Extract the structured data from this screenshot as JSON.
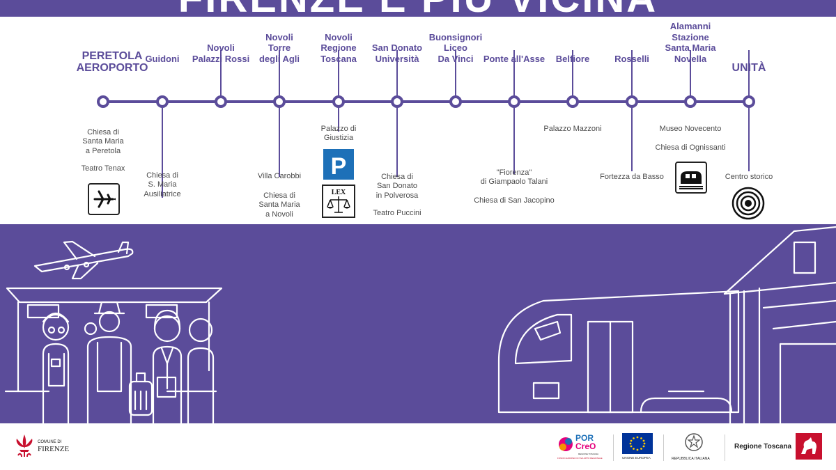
{
  "header": {
    "title": "FIRENZE È PIÙ VICINA"
  },
  "stations": [
    {
      "id": "peretola",
      "name": "PERETOLA\nAEROPORTO",
      "pois": [
        "Chiesa di\nSanta Maria\na Peretola",
        "Teatro Tenax"
      ],
      "icon": "airplane-icon"
    },
    {
      "id": "guidoni",
      "name": "Guidoni",
      "pois": [
        "Chiesa di\nS. Maria\nAusiliatrice"
      ]
    },
    {
      "id": "novoli-palazzi-rossi",
      "name": "Novoli\nPalazzi Rossi",
      "pois": []
    },
    {
      "id": "novoli-torre",
      "name": "Novoli\nTorre\ndegli Agli",
      "pois": [
        "Villa Carobbi",
        "Chiesa di\nSanta Maria\na Novoli"
      ]
    },
    {
      "id": "novoli-regione",
      "name": "Novoli\nRegione\nToscana",
      "pois": [
        "Palazzo di\nGiustizia"
      ],
      "icons": [
        "parking-icon",
        "lex-justice-icon"
      ],
      "parking_letter": "P",
      "lex_text": "LEX"
    },
    {
      "id": "san-donato",
      "name": "San Donato\nUniversità",
      "pois": [
        "Chiesa di\nSan Donato\nin Polverosa",
        "Teatro Puccini"
      ]
    },
    {
      "id": "buonsignori",
      "name": "Buonsignori\nLiceo\nDa Vinci",
      "pois": []
    },
    {
      "id": "ponte-asse",
      "name": "Ponte all'Asse",
      "pois": [
        "\"Fiorenza\"\ndi Giampaolo Talani",
        "Chiesa di San Jacopino"
      ]
    },
    {
      "id": "belfiore",
      "name": "Belfiore",
      "pois": [
        "Palazzo Mazzoni"
      ]
    },
    {
      "id": "rosselli",
      "name": "Rosselli",
      "pois": [
        "Fortezza da Basso"
      ]
    },
    {
      "id": "alamanni",
      "name": "Alamanni\nStazione\nSanta Maria\nNovella",
      "pois": [
        "Museo Novecento",
        "Chiesa di Ognissanti"
      ],
      "icon": "train-station-icon"
    },
    {
      "id": "unita",
      "name": "UNITÀ",
      "pois": [
        "Centro storico"
      ],
      "icon": "city-center-target-icon"
    }
  ],
  "footer": {
    "firenze_small": "COMUNE DI",
    "firenze_big": "FIRENZE",
    "por_line1": "POR",
    "por_line2": "CreO",
    "por_sub1": "REGIONE TOSCANA",
    "por_sub2": "FONDO EUROPEO DI SVILUPPO REGIONALE",
    "eu_text": "UNIONE EUROPEA",
    "rep_text": "REPUBBLICA ITALIANA",
    "toscana_text": "Regione Toscana"
  },
  "colors": {
    "brand_purple": "#5b4c9a",
    "poi_text": "#4a4a4a",
    "parking_blue": "#1d70b8"
  }
}
